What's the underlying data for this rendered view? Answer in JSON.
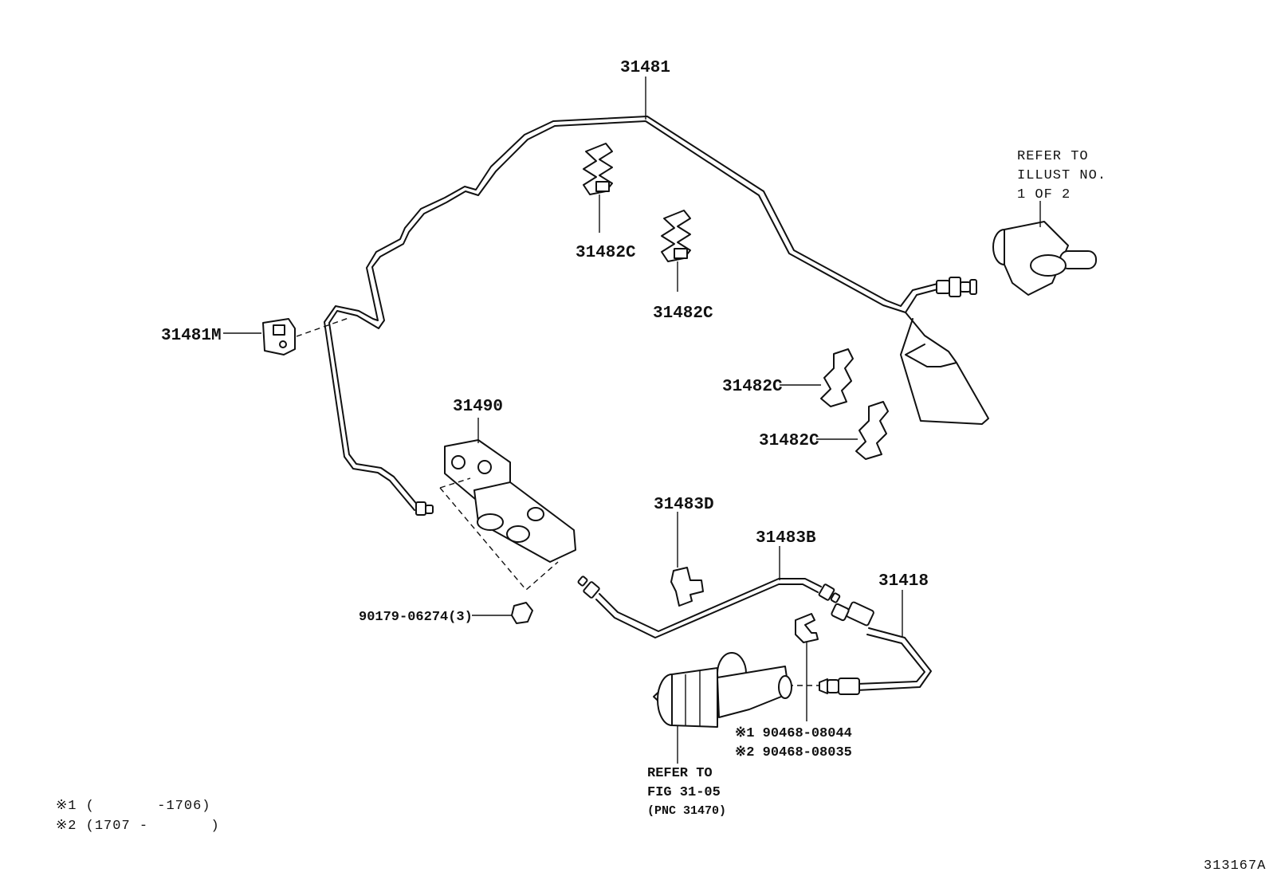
{
  "labels": {
    "p31481": "31481",
    "p31482c_a": "31482C",
    "p31482c_b": "31482C",
    "p31482c_c": "31482C",
    "p31482c_d": "31482C",
    "p31481m": "31481M",
    "p31490": "31490",
    "p31483d": "31483D",
    "p31483b": "31483B",
    "p31418": "31418",
    "p90179": "90179-06274(3)",
    "p90468_1": "※1 90468-08044",
    "p90468_2": "※2 90468-08035"
  },
  "refer_illust": [
    "REFER TO",
    "ILLUST NO.",
    "1 OF 2"
  ],
  "refer_fig": [
    "REFER TO",
    "FIG 31-05",
    "(PNC 31470)"
  ],
  "notes": [
    "※1 (       -1706)",
    "※2 (1707 -       )"
  ],
  "figure_id": "313167A"
}
